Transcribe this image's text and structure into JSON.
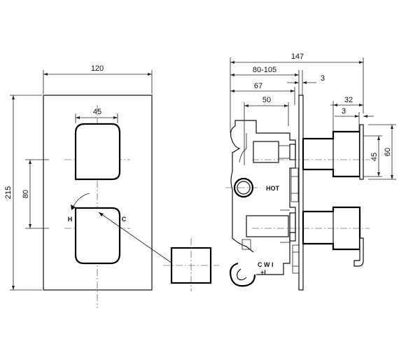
{
  "front_view": {
    "dims": {
      "width": "120",
      "height": "215",
      "handle_width": "45",
      "handle_spacing": "80"
    },
    "labels": {
      "hot": "H",
      "cold": "C"
    }
  },
  "side_view": {
    "dims": {
      "total_depth": "147",
      "body_depth": "80-105",
      "plate": "3",
      "to_plate": "67",
      "to_core": "50",
      "handle_proj": "32",
      "handle_gap": "3",
      "handle_h": "45",
      "plate_h": "60"
    },
    "labels": {
      "hot_port": "HOT",
      "cold_port": "C W I",
      "cold_symbol": "+I"
    }
  }
}
